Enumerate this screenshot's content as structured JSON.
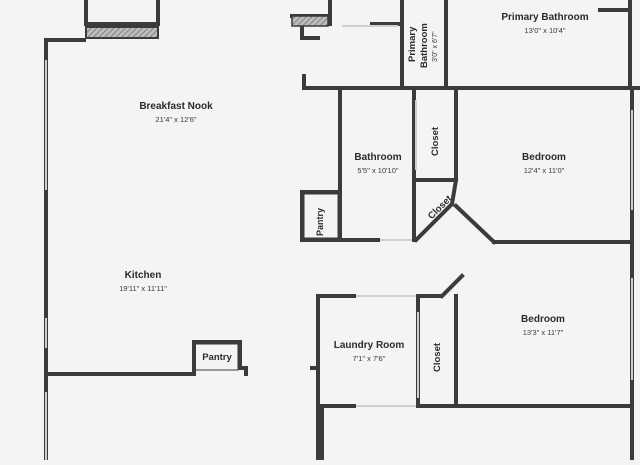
{
  "rooms": {
    "primary_bathroom": {
      "name": "Primary Bathroom",
      "dims": "13'0\" x 10'4\""
    },
    "primary_bathroom_small": {
      "name_line1": "Primary",
      "name_line2": "Bathroom",
      "dims": "3'0\" x 6'7\""
    },
    "breakfast_nook": {
      "name": "Breakfast Nook",
      "dims": "21'4\" x 12'6\""
    },
    "kitchen": {
      "name": "Kitchen",
      "dims": "19'11\" x 11'11\""
    },
    "bathroom": {
      "name": "Bathroom",
      "dims": "5'5\" x 10'10\""
    },
    "bedroom_1": {
      "name": "Bedroom",
      "dims": "12'4\" x 11'0\""
    },
    "bedroom_2": {
      "name": "Bedroom",
      "dims": "13'3\" x 11'7\""
    },
    "laundry_room": {
      "name": "Laundry Room",
      "dims": "7'1\" x 7'6\""
    },
    "closet_1": {
      "name": "Closet"
    },
    "closet_2": {
      "name": "Closet"
    },
    "closet_3": {
      "name": "Closet"
    },
    "pantry_1": {
      "name": "Pantry"
    },
    "pantry_2": {
      "name": "Pantry"
    }
  },
  "colors": {
    "wall": "#3b3b3b",
    "floor": "#f4f4f4",
    "window": "#c8c8c8",
    "hatch": "#7a7a7a"
  }
}
